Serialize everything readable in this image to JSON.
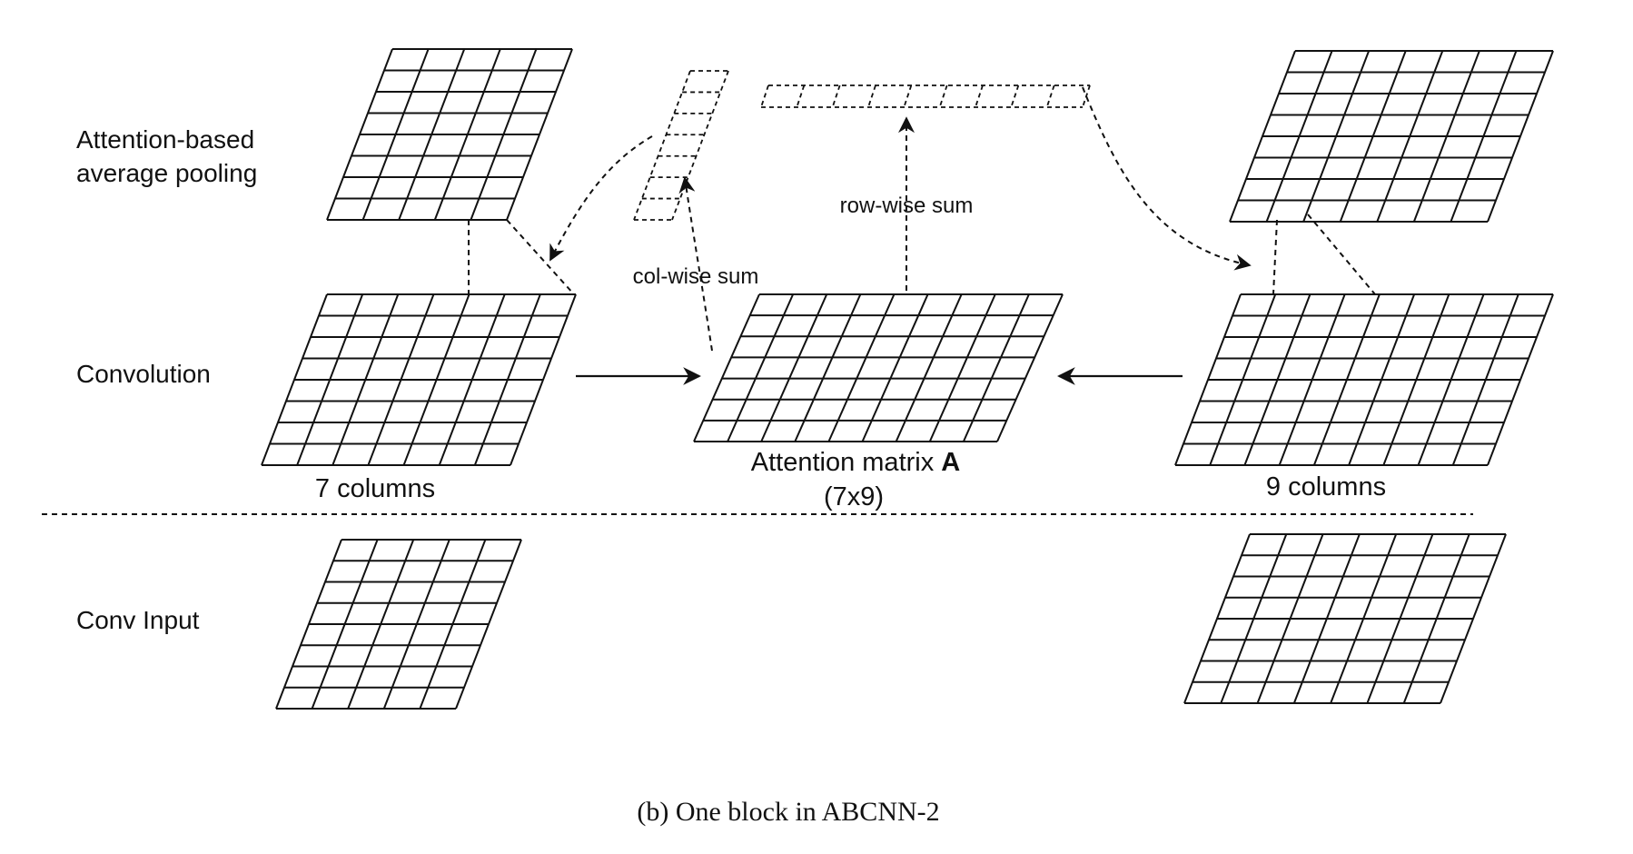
{
  "row_labels": {
    "pooling_line1": "Attention-based",
    "pooling_line2": "average pooling",
    "convolution": "Convolution",
    "conv_input": "Conv Input"
  },
  "labels": {
    "left_columns": "7 columns",
    "right_columns": "9 columns",
    "matrix_name": "Attention matrix ",
    "matrix_symbol": "A",
    "matrix_dims": "(7x9)",
    "col_wise_sum": "col-wise sum",
    "row_wise_sum": "row-wise sum"
  },
  "caption": "(b)  One block in ABCNN-2",
  "grids": {
    "left_pool": {
      "cols": 5,
      "rows": 8
    },
    "left_conv": {
      "cols": 7,
      "rows": 8
    },
    "left_input": {
      "cols": 5,
      "rows": 8
    },
    "attention_matrix": {
      "cols": 9,
      "rows": 7
    },
    "right_pool": {
      "cols": 7,
      "rows": 8
    },
    "right_conv": {
      "cols": 9,
      "rows": 8
    },
    "right_input": {
      "cols": 7,
      "rows": 8
    },
    "col_sum_vector": {
      "cols": 1,
      "rows": 7
    },
    "row_sum_vector": {
      "cols": 9,
      "rows": 1
    }
  }
}
